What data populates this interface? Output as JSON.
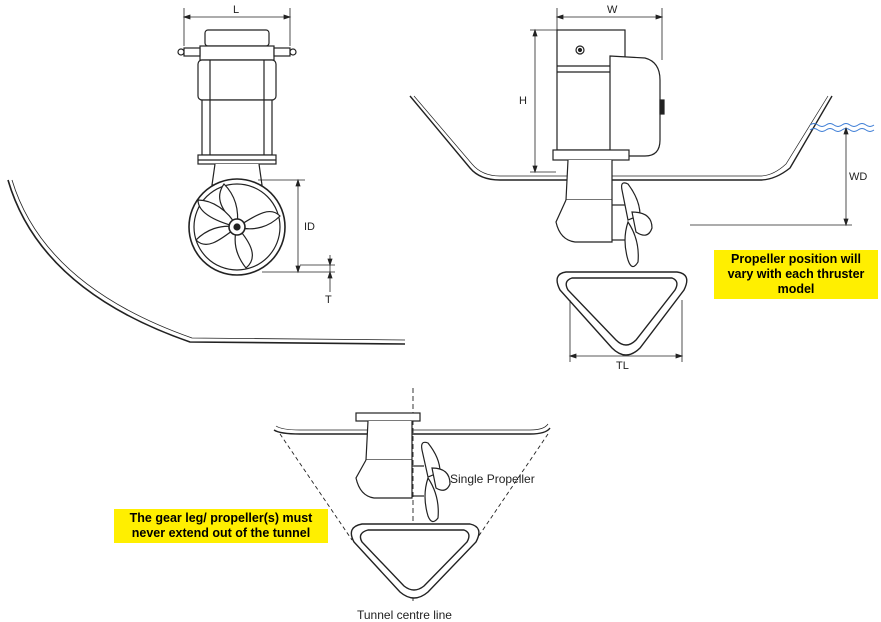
{
  "dimensions": {
    "length": "L",
    "width": "W",
    "height": "H",
    "inner_diameter": "ID",
    "tunnel_thickness": "T",
    "water_depth": "WD",
    "tunnel_length": "TL"
  },
  "labels": {
    "single_propeller": "Single Propeller",
    "tunnel_centre_line": "Tunnel centre line"
  },
  "notes": {
    "propeller_position": "Propeller position will vary with each thruster model",
    "gear_leg": "The gear leg/ propeller(s) must never extend out of the tunnel"
  },
  "colors": {
    "note_highlight": "#ffef00",
    "line": "#222222",
    "water": "#3a7bd5"
  }
}
